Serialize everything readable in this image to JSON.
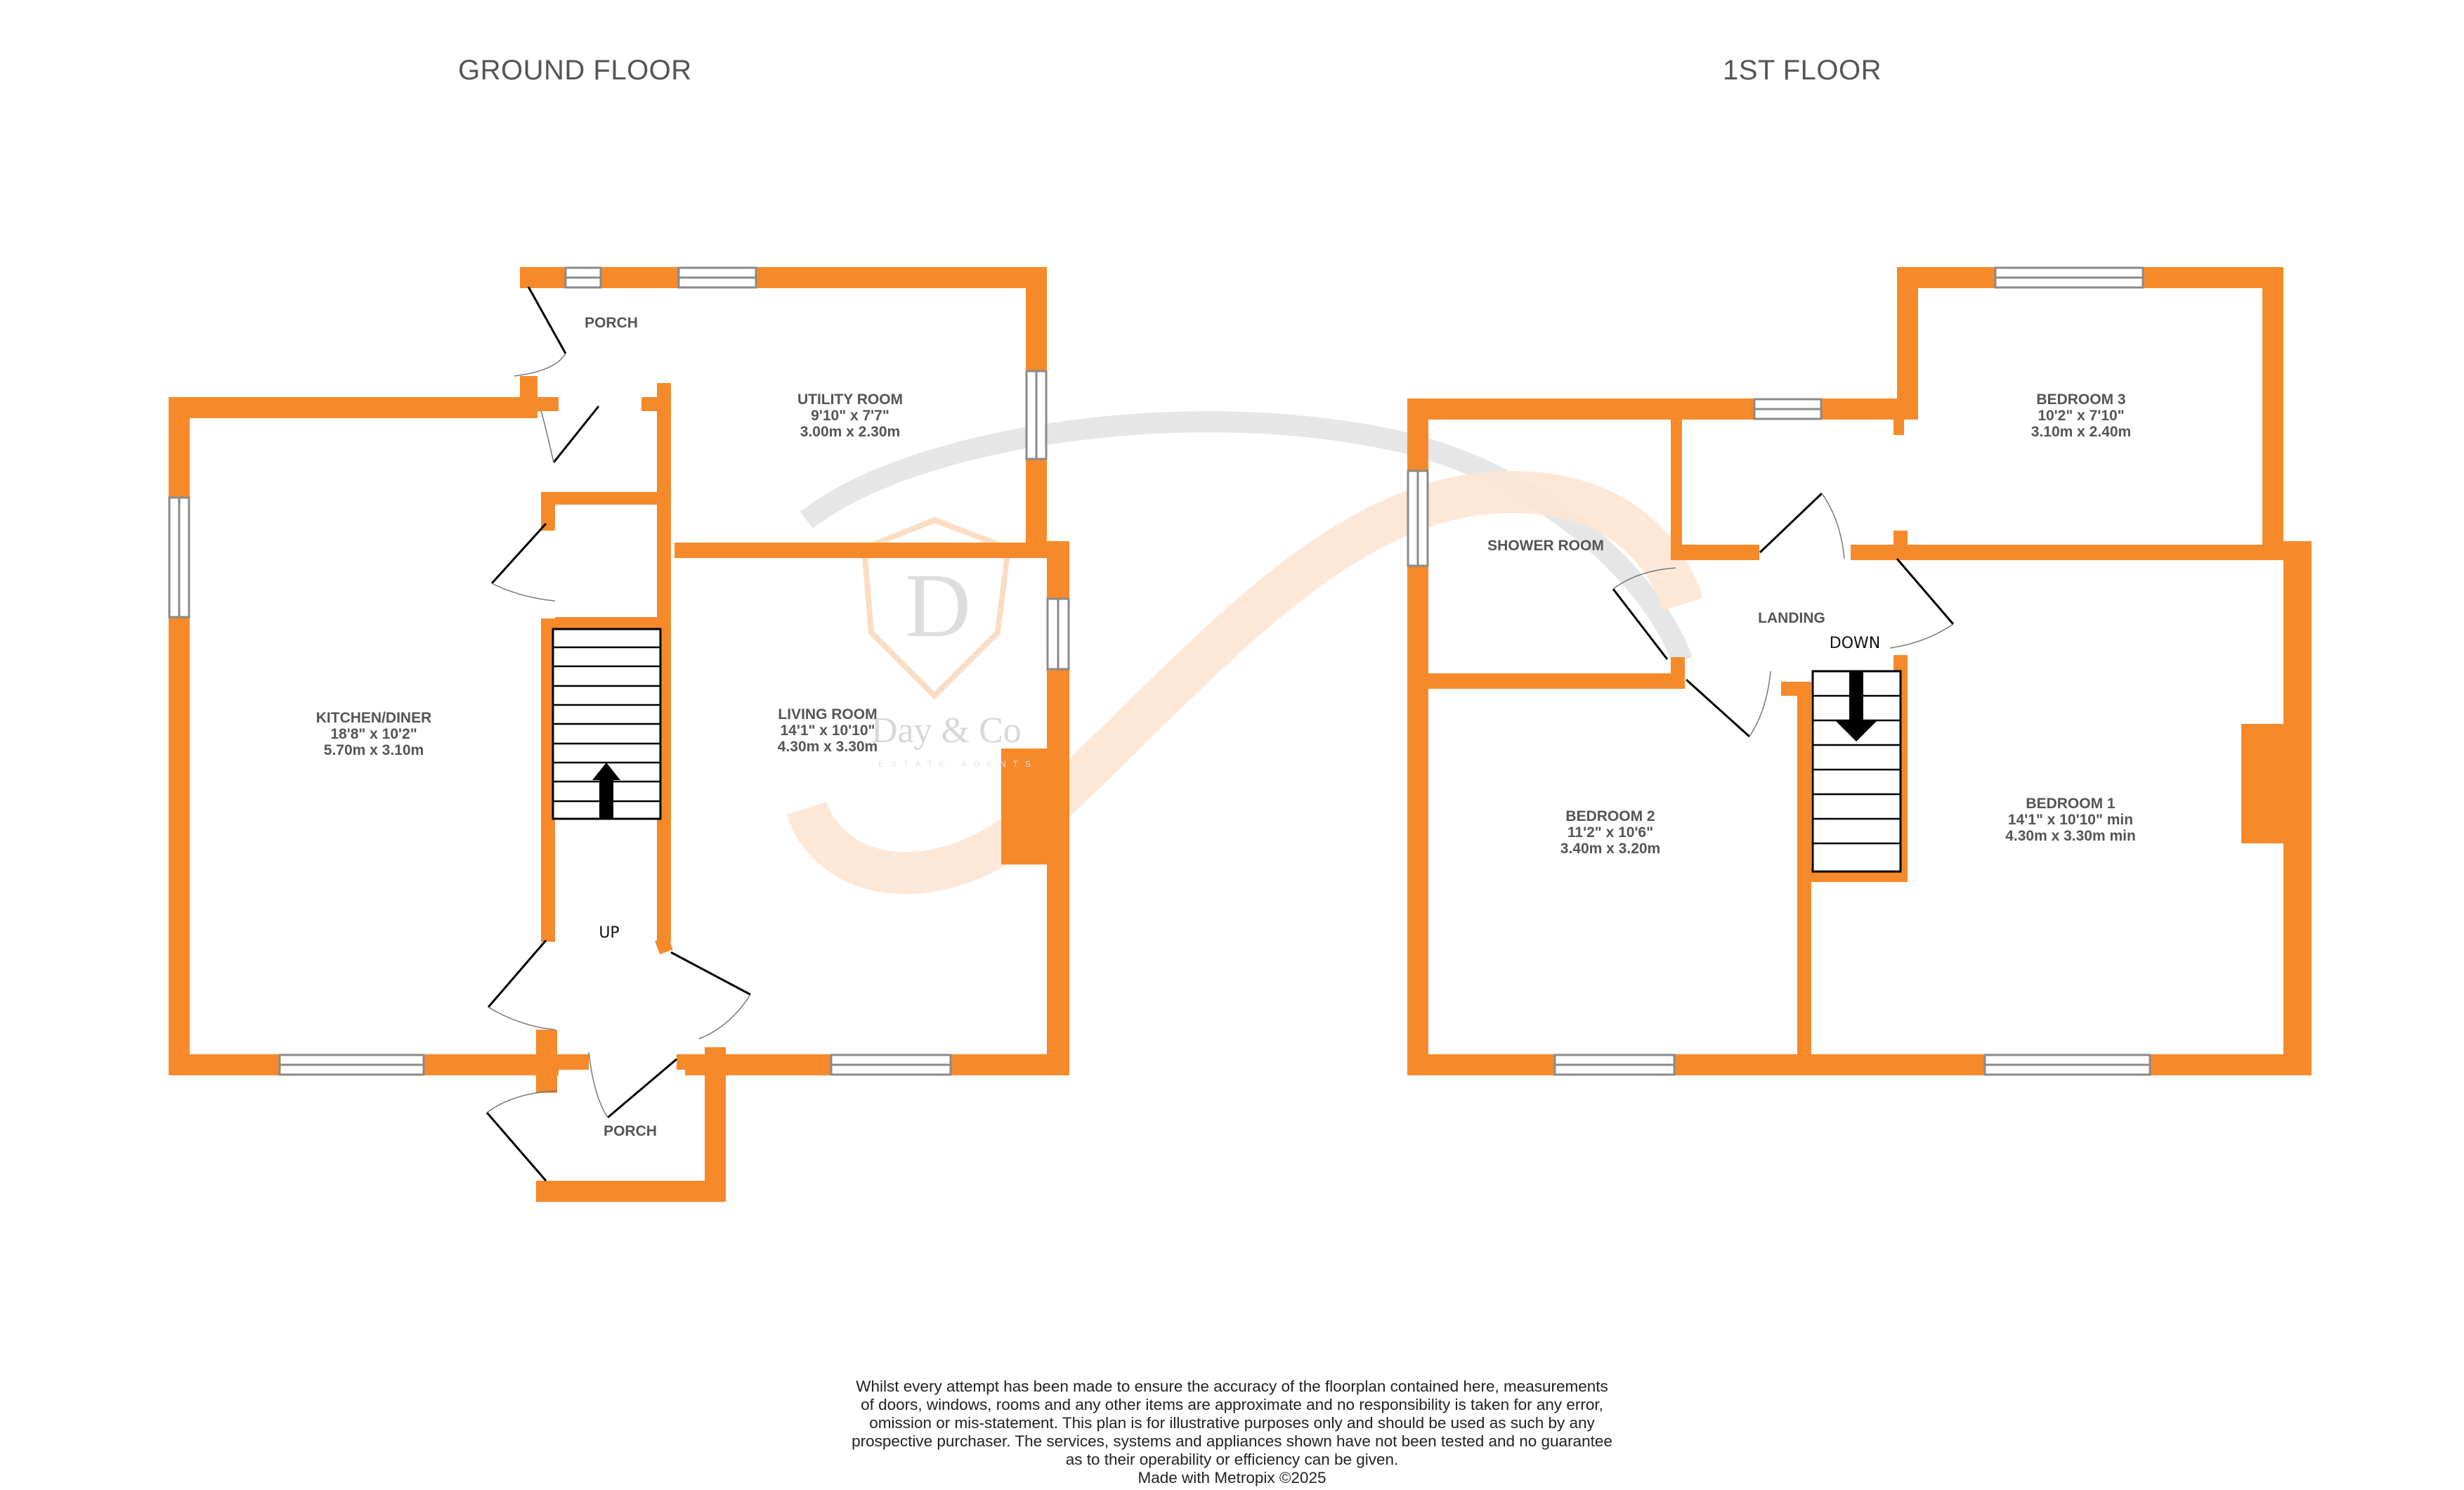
{
  "floors": [
    {
      "title": "GROUND FLOOR",
      "rooms": [
        {
          "name": "PORCH",
          "dims_imperial": "",
          "dims_metric": ""
        },
        {
          "name": "UTILITY ROOM",
          "dims_imperial": "9'10\"  x 7'7\"",
          "dims_metric": "3.00m  x 2.30m"
        },
        {
          "name": "KITCHEN/DINER",
          "dims_imperial": "18'8\"  x 10'2\"",
          "dims_metric": "5.70m  x 3.10m"
        },
        {
          "name": "LIVING ROOM",
          "dims_imperial": "14'1\"  x 10'10\"",
          "dims_metric": "4.30m  x 3.30m"
        },
        {
          "name": "PORCH",
          "dims_imperial": "",
          "dims_metric": ""
        }
      ],
      "stair_label": "UP"
    },
    {
      "title": "1ST FLOOR",
      "rooms": [
        {
          "name": "SHOWER ROOM",
          "dims_imperial": "",
          "dims_metric": ""
        },
        {
          "name": "BEDROOM 3",
          "dims_imperial": "10'2\"  x 7'10\"",
          "dims_metric": "3.10m  x 2.40m"
        },
        {
          "name": "LANDING",
          "dims_imperial": "",
          "dims_metric": ""
        },
        {
          "name": "BEDROOM 2",
          "dims_imperial": "11'2\"  x 10'6\"",
          "dims_metric": "3.40m  x 3.20m"
        },
        {
          "name": "BEDROOM 1",
          "dims_imperial": "14'1\"  x 10'10\" min",
          "dims_metric": "4.30m  x 3.30m min"
        }
      ],
      "stair_label": "DOWN"
    }
  ],
  "watermark": {
    "logo_letter": "D",
    "brand": "Day & Co",
    "tagline": "ESTATE AGENTS"
  },
  "disclaimer": {
    "lines": [
      "Whilst every attempt has been made to ensure the accuracy of the floorplan contained here, measurements",
      "of doors, windows, rooms and any other items are approximate and no responsibility is taken for any error,",
      "omission or mis-statement. This plan is for illustrative purposes only and should be used as such by any",
      "prospective purchaser. The services, systems and appliances shown have not been tested and no guarantee",
      "as to their operability or efficiency can be given."
    ],
    "credit": "Made with Metropix ©2025"
  },
  "colors": {
    "wall": "#F68A2A",
    "window_line": "#8a8a8a",
    "label": "#555555",
    "watermark_grey": "#e3e3e3",
    "watermark_orange": "#fde3cf"
  }
}
